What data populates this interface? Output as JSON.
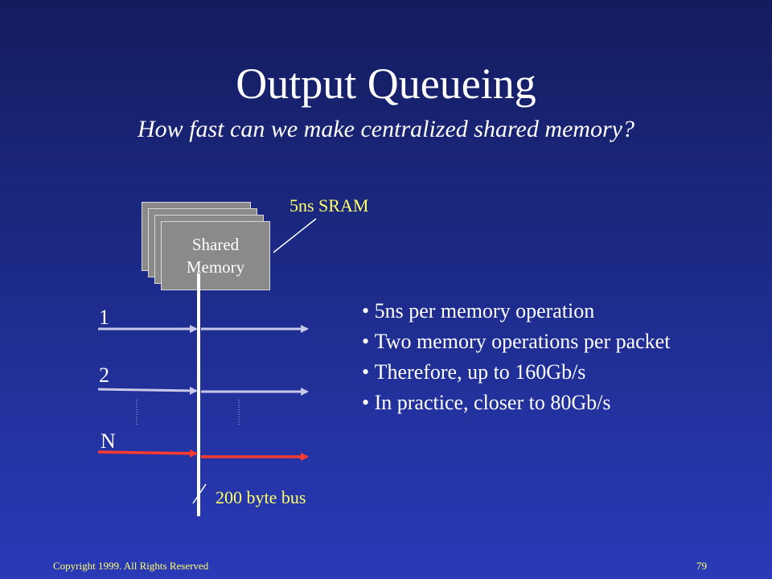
{
  "slide": {
    "title": "Output Queueing",
    "subtitle": "How fast can we make centralized shared memory?"
  },
  "diagram": {
    "memory_label_line1": "Shared",
    "memory_label_line2": "Memory",
    "sram_label": "5ns SRAM",
    "bus_label": "200 byte bus",
    "ports": [
      "1",
      "2",
      "N"
    ]
  },
  "bullets": [
    "5ns per memory operation",
    "Two memory operations per packet",
    "Therefore, up to 160Gb/s",
    "In practice, closer to 80Gb/s"
  ],
  "footer": {
    "copyright": "Copyright 1999. All Rights Reserved",
    "page_number": "79"
  },
  "colors": {
    "accent_yellow": "#ffff66",
    "arrow_gray": "#c8c8e8",
    "arrow_red": "#ff3b2f",
    "memory_gray": "#8a8a8a"
  }
}
